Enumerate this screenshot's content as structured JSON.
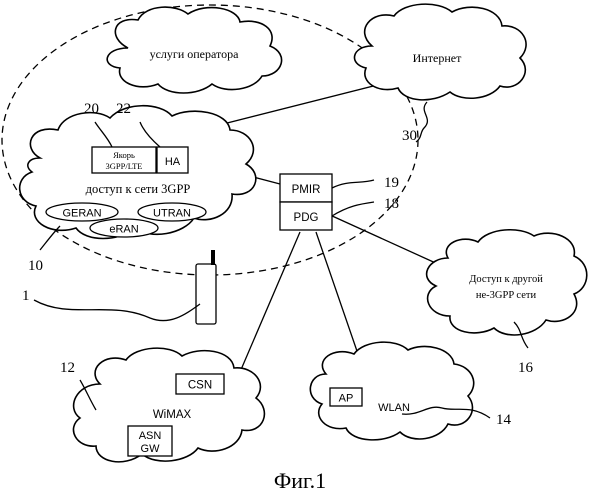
{
  "figure": {
    "caption": "Фиг.1",
    "clouds": {
      "operator_services": "услуги оператора",
      "internet": "Интернет",
      "access_3gpp": "доступ к сети 3GPP",
      "other_access_line1": "Доступ к другой",
      "other_access_line2": "не-3GPP сети",
      "wimax": "WiMAX",
      "wlan": "WLAN"
    },
    "boxes": {
      "anchor_line1": "Якорь",
      "anchor_line2": "3GPP/LTE",
      "ha": "HA",
      "pmir": "PMIR",
      "pdg": "PDG",
      "csn": "CSN",
      "asn_line1": "ASN",
      "asn_line2": "GW",
      "ap": "AP"
    },
    "radio_networks": {
      "geran": "GERAN",
      "utran": "UTRAN",
      "eran": "eRAN"
    },
    "reference_numerals": {
      "r20": "20",
      "r22": "22",
      "r30": "30",
      "r19": "19",
      "r18": "18",
      "r10": "10",
      "r1": "1",
      "r16": "16",
      "r12": "12",
      "r14": "14"
    }
  }
}
